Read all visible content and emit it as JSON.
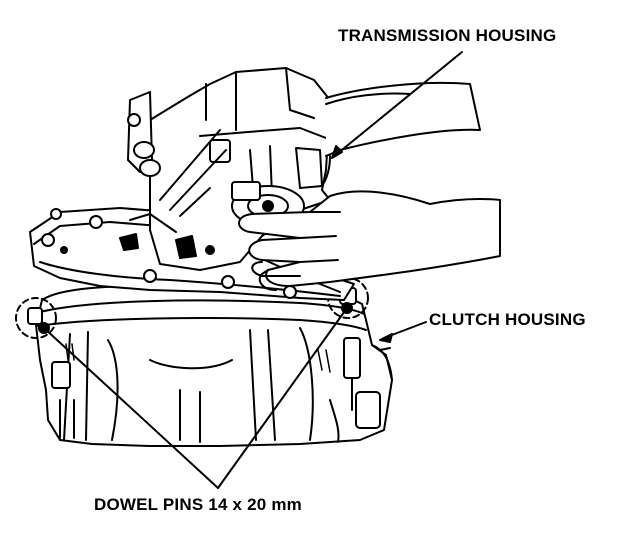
{
  "labels": {
    "transmission_housing": "TRANSMISSION HOUSING",
    "clutch_housing": "CLUTCH HOUSING",
    "dowel_pins": "DOWEL PINS 14 x 20 mm"
  },
  "colors": {
    "ink": "#000000",
    "paper": "#ffffff"
  }
}
